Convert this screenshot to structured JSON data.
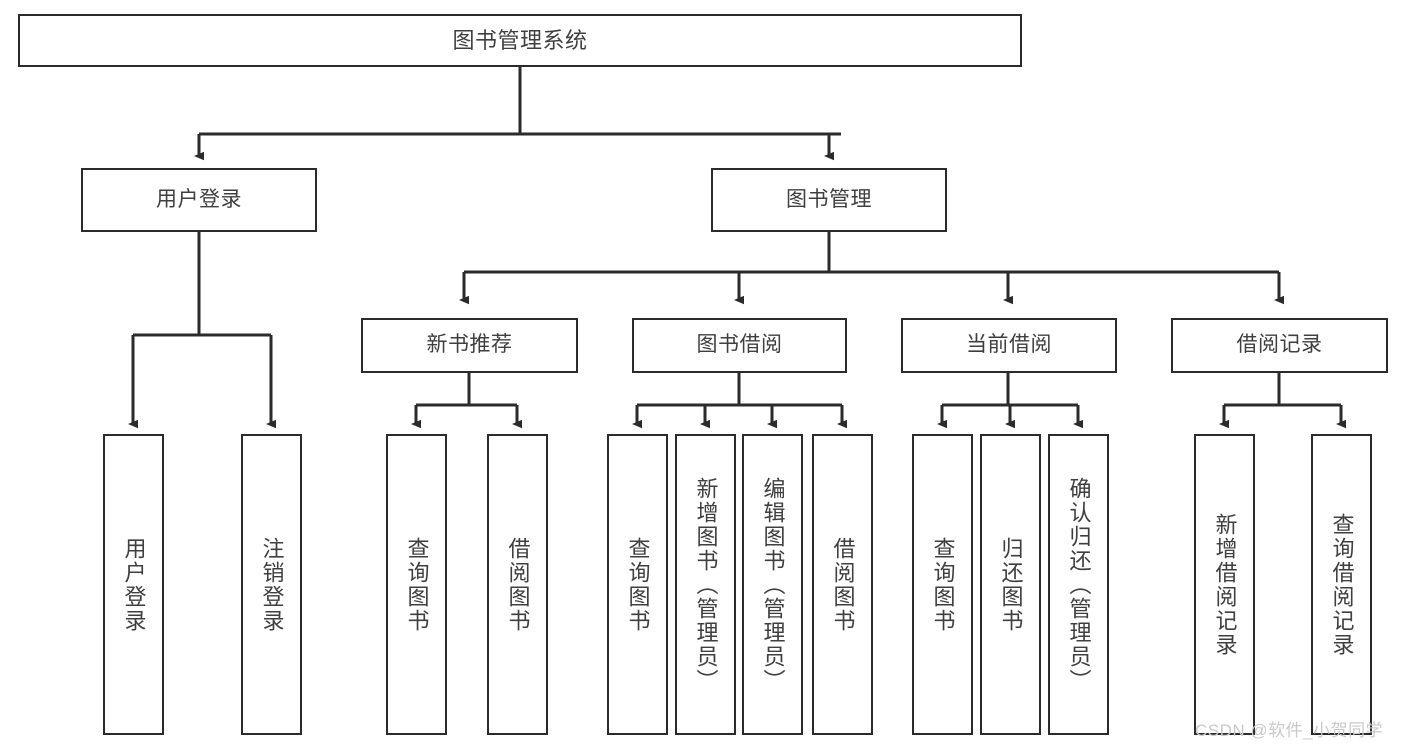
{
  "diagram": {
    "title": "图书管理系统",
    "watermark": "CSDN @软件_小贺同学",
    "colors": {
      "box_border": "#2b2b2b",
      "box_fill": "#ffffff",
      "connector": "#2b2b2b",
      "text": "#3f3f3f",
      "watermark": "#c9c9c9",
      "background": "#ffffff"
    },
    "nodes": {
      "root": "图书管理系统",
      "level2": [
        "用户登录",
        "图书管理"
      ],
      "level3": [
        "新书推荐",
        "图书借阅",
        "当前借阅",
        "借阅记录"
      ],
      "leaves": {
        "user_login": [
          "用户登录",
          "注销登录"
        ],
        "new_book_recommend": [
          "查询图书",
          "借阅图书"
        ],
        "book_borrow": [
          "查询图书",
          "新增图书（管理员）",
          "编辑图书（管理员）",
          "借阅图书"
        ],
        "current_borrow": [
          "查询图书",
          "归还图书",
          "确认归还（管理员）"
        ],
        "borrow_record": [
          "新增借阅记录",
          "查询借阅记录"
        ]
      }
    }
  }
}
